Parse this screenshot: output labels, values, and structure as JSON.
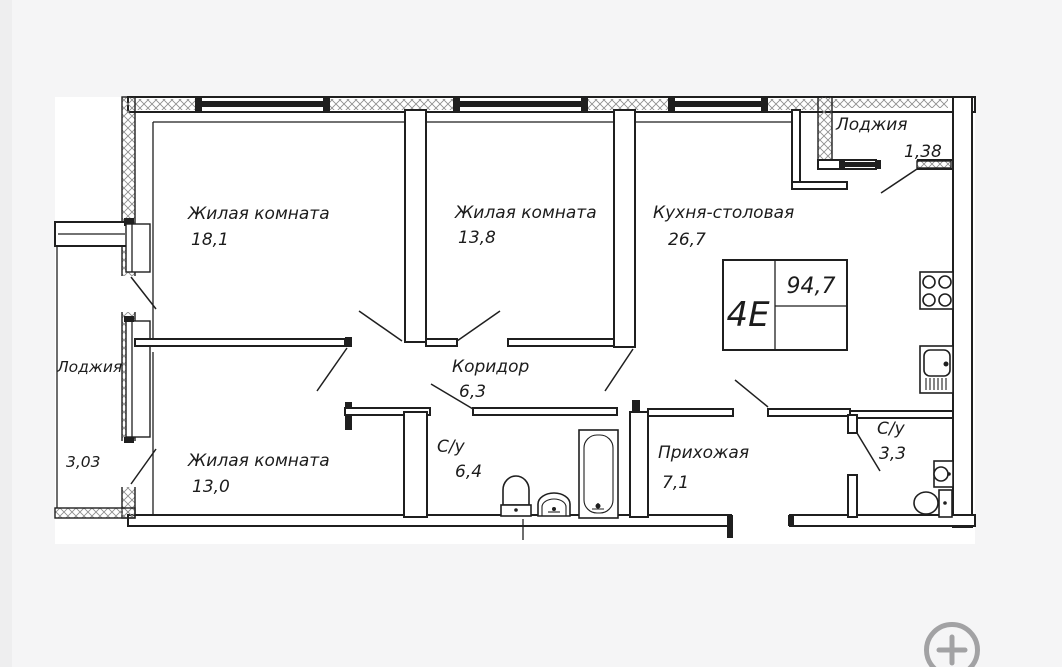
{
  "page": {
    "background": "#f5f5f6",
    "canvas_background": "#ffffff",
    "line_color": "#1f1f1f"
  },
  "plan": {
    "unit_label": "4Е",
    "total_area": "94,7",
    "rooms": [
      {
        "name": "Жилая комната",
        "area": "18,1"
      },
      {
        "name": "Жилая комната",
        "area": "13,8"
      },
      {
        "name": "Кухня-столовая",
        "area": "26,7"
      },
      {
        "name": "Коридор",
        "area": "6,3"
      },
      {
        "name": "С/у",
        "area": "6,4"
      },
      {
        "name": "Прихожая",
        "area": "7,1"
      },
      {
        "name": "С/у",
        "area": "3,3"
      },
      {
        "name": "Жилая комната",
        "area": "13,0"
      }
    ],
    "loggias": [
      {
        "name": "Лоджия",
        "area": "1,38"
      },
      {
        "name": "Лоджия",
        "area": "3,03"
      }
    ],
    "fixture_icons": [
      "stove-icon",
      "kitchen-sink-icon",
      "bathtub-icon",
      "toilet-icon",
      "pedestal-sink-icon",
      "washbasin-icon",
      "toilet-icon"
    ]
  },
  "controls": {
    "zoom_in_icon": "plus-circle"
  }
}
